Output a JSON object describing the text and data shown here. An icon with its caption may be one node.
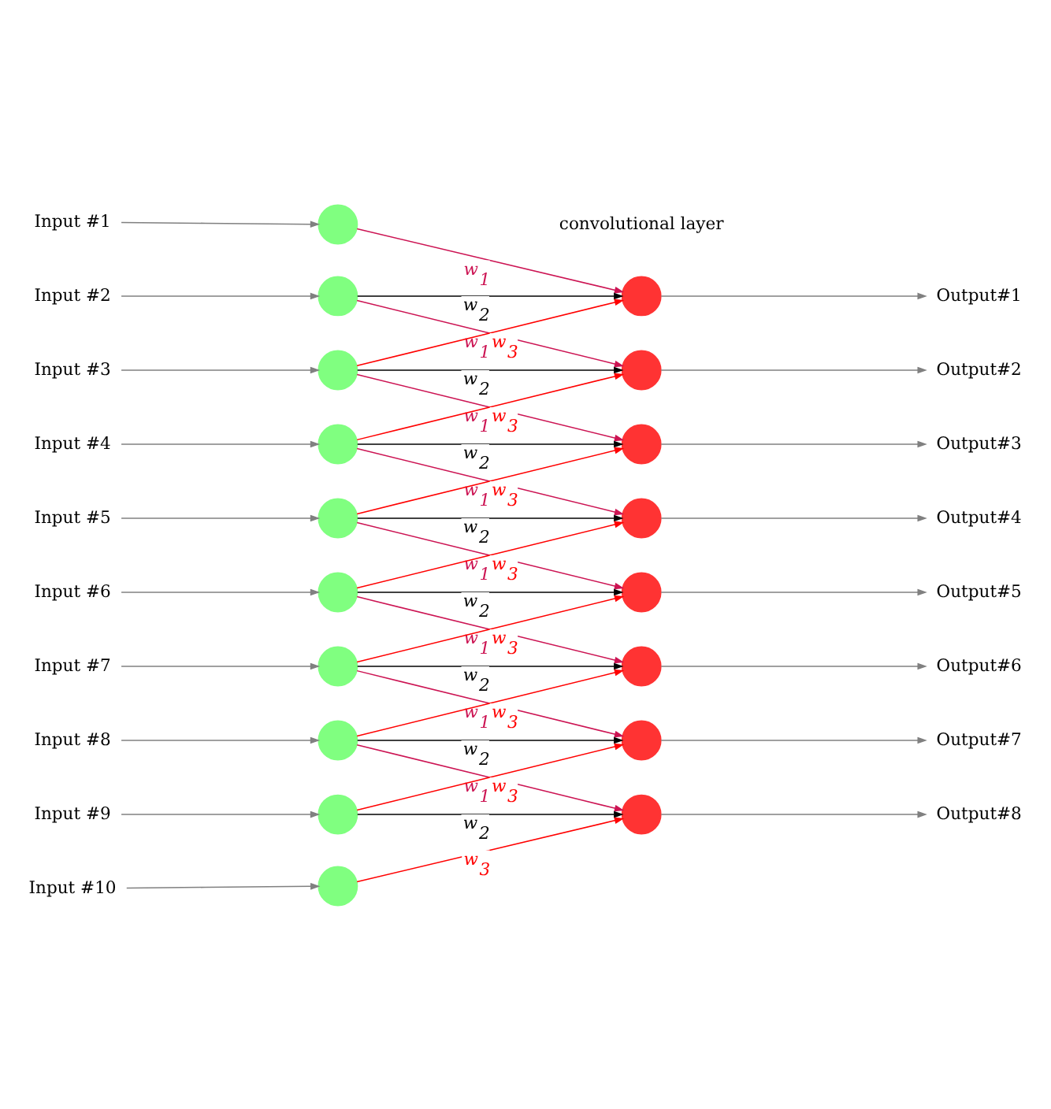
{
  "diagram": {
    "nodes": [
      {
        "text": [
          "Input #1"
        ]
      },
      {
        "text": [
          "Input #2"
        ]
      },
      {
        "text": [
          "Input #3"
        ]
      },
      {
        "text": [
          "Input #4"
        ]
      },
      {
        "text": [
          "Input #5"
        ]
      },
      {
        "text": [
          "Input #6"
        ]
      },
      {
        "text": [
          "Input #7"
        ]
      },
      {
        "text": [
          "Input #8"
        ]
      },
      {
        "text": [
          "Input #9"
        ]
      },
      {
        "text": [
          "Input #10"
        ]
      },
      {
        "text": [],
        "shape": "circle"
      },
      {
        "text": [],
        "shape": "circle"
      },
      {
        "text": [],
        "shape": "circle"
      },
      {
        "text": [],
        "shape": "circle"
      },
      {
        "text": [],
        "shape": "circle"
      },
      {
        "text": [],
        "shape": "circle"
      },
      {
        "text": [],
        "shape": "circle"
      },
      {
        "text": [],
        "shape": "circle"
      },
      {
        "text": [],
        "shape": "circle"
      },
      {
        "text": [],
        "shape": "circle"
      },
      {
        "text": [],
        "shape": "circle"
      },
      {
        "text": [],
        "shape": "circle"
      },
      {
        "text": [],
        "shape": "circle"
      },
      {
        "text": [],
        "shape": "circle"
      },
      {
        "text": [],
        "shape": "circle"
      },
      {
        "text": [],
        "shape": "circle"
      },
      {
        "text": [],
        "shape": "circle"
      },
      {
        "text": [],
        "shape": "circle"
      },
      {
        "text": [
          "Output#1"
        ]
      },
      {
        "text": [
          "Output#2"
        ]
      },
      {
        "text": [
          "Output#3"
        ]
      },
      {
        "text": [
          "Output#4"
        ]
      },
      {
        "text": [
          "Output#5"
        ]
      },
      {
        "text": [
          "Output#6"
        ]
      },
      {
        "text": [
          "Output#7"
        ]
      },
      {
        "text": [
          "Output#8"
        ]
      }
    ],
    "edges": [
      {
        "from": 0,
        "to": 10,
        "arrow": "to",
        "color": "#808080"
      },
      {
        "from": 1,
        "to": 11,
        "arrow": "to",
        "color": "#808080"
      },
      {
        "from": 2,
        "to": 12,
        "arrow": "to",
        "color": "#808080"
      },
      {
        "from": 3,
        "to": 13,
        "arrow": "to",
        "color": "#808080"
      },
      {
        "from": 4,
        "to": 14,
        "arrow": "to",
        "color": "#808080"
      },
      {
        "from": 5,
        "to": 15,
        "arrow": "to",
        "color": "#808080"
      },
      {
        "from": 6,
        "to": 16,
        "arrow": "to",
        "color": "#808080"
      },
      {
        "from": 7,
        "to": 17,
        "arrow": "to",
        "color": "#808080"
      },
      {
        "from": 8,
        "to": 18,
        "arrow": "to",
        "color": "#808080"
      },
      {
        "from": 9,
        "to": 19,
        "arrow": "to",
        "color": "#808080"
      },
      {
        "from": 10,
        "to": 20,
        "arrow": "to",
        "label": "w$_{1}$",
        "color": "#cc1453"
      },
      {
        "from": 11,
        "to": 20,
        "arrow": "to",
        "label": "w$_{2}$",
        "color": "#000000"
      },
      {
        "from": 12,
        "to": 20,
        "arrow": "to",
        "label": "w$_{3}$",
        "color": "#ff0000"
      },
      {
        "from": 11,
        "to": 21,
        "arrow": "to",
        "label": "w$_{1}$",
        "color": "#cc1453"
      },
      {
        "from": 12,
        "to": 21,
        "arrow": "to",
        "label": "w$_{2}$",
        "color": "#000000"
      },
      {
        "from": 13,
        "to": 21,
        "arrow": "to",
        "label": "w$_{3}$",
        "color": "#ff0000"
      },
      {
        "from": 12,
        "to": 22,
        "arrow": "to",
        "label": "w$_{1}$",
        "color": "#cc1453"
      },
      {
        "from": 13,
        "to": 22,
        "arrow": "to",
        "label": "w$_{2}$",
        "color": "#000000"
      },
      {
        "from": 14,
        "to": 22,
        "arrow": "to",
        "label": "w$_{3}$",
        "color": "#ff0000"
      },
      {
        "from": 13,
        "to": 23,
        "arrow": "to",
        "label": "w$_{1}$",
        "color": "#cc1453"
      },
      {
        "from": 14,
        "to": 23,
        "arrow": "to",
        "label": "w$_{2}$",
        "color": "#000000"
      },
      {
        "from": 15,
        "to": 23,
        "arrow": "to",
        "label": "w$_{3}$",
        "color": "#ff0000"
      },
      {
        "from": 14,
        "to": 24,
        "arrow": "to",
        "label": "w$_{1}$",
        "color": "#cc1453"
      },
      {
        "from": 15,
        "to": 24,
        "arrow": "to",
        "label": "w$_{2}$",
        "color": "#000000"
      },
      {
        "from": 16,
        "to": 24,
        "arrow": "to",
        "label": "w$_{3}$",
        "color": "#ff0000"
      },
      {
        "from": 15,
        "to": 25,
        "arrow": "to",
        "label": "w$_{1}$",
        "color": "#cc1453"
      },
      {
        "from": 16,
        "to": 25,
        "arrow": "to",
        "label": "w$_{2}$",
        "color": "#000000"
      },
      {
        "from": 17,
        "to": 25,
        "arrow": "to",
        "label": "w$_{3}$",
        "color": "#ff0000"
      },
      {
        "from": 16,
        "to": 26,
        "arrow": "to",
        "label": "w$_{1}$",
        "color": "#cc1453"
      },
      {
        "from": 17,
        "to": 26,
        "arrow": "to",
        "label": "w$_{2}$",
        "color": "#000000"
      },
      {
        "from": 18,
        "to": 26,
        "arrow": "to",
        "label": "w$_{3}$",
        "color": "#ff0000"
      },
      {
        "from": 17,
        "to": 27,
        "arrow": "to",
        "label": "w$_{1}$",
        "color": "#cc1453"
      },
      {
        "from": 18,
        "to": 27,
        "arrow": "to",
        "label": "w$_{2}$",
        "color": "#000000"
      },
      {
        "from": 19,
        "to": 27,
        "arrow": "to",
        "label": "w$_{3}$",
        "color": "#ff0000"
      },
      {
        "from": 20,
        "to": 28,
        "arrow": "to",
        "color": "#808080"
      },
      {
        "from": 21,
        "to": 29,
        "arrow": "to",
        "color": "#808080"
      },
      {
        "from": 22,
        "to": 30,
        "arrow": "to",
        "color": "#808080"
      },
      {
        "from": 23,
        "to": 31,
        "arrow": "to",
        "color": "#808080"
      },
      {
        "from": 24,
        "to": 32,
        "arrow": "to",
        "color": "#808080"
      },
      {
        "from": 25,
        "to": 33,
        "arrow": "to",
        "color": "#808080"
      },
      {
        "from": 26,
        "to": 34,
        "arrow": "to",
        "color": "#808080"
      },
      {
        "from": 27,
        "to": 35,
        "arrow": "to",
        "color": "#808080"
      }
    ],
    "labels": [
      "convolutional layer"
    ]
  }
}
